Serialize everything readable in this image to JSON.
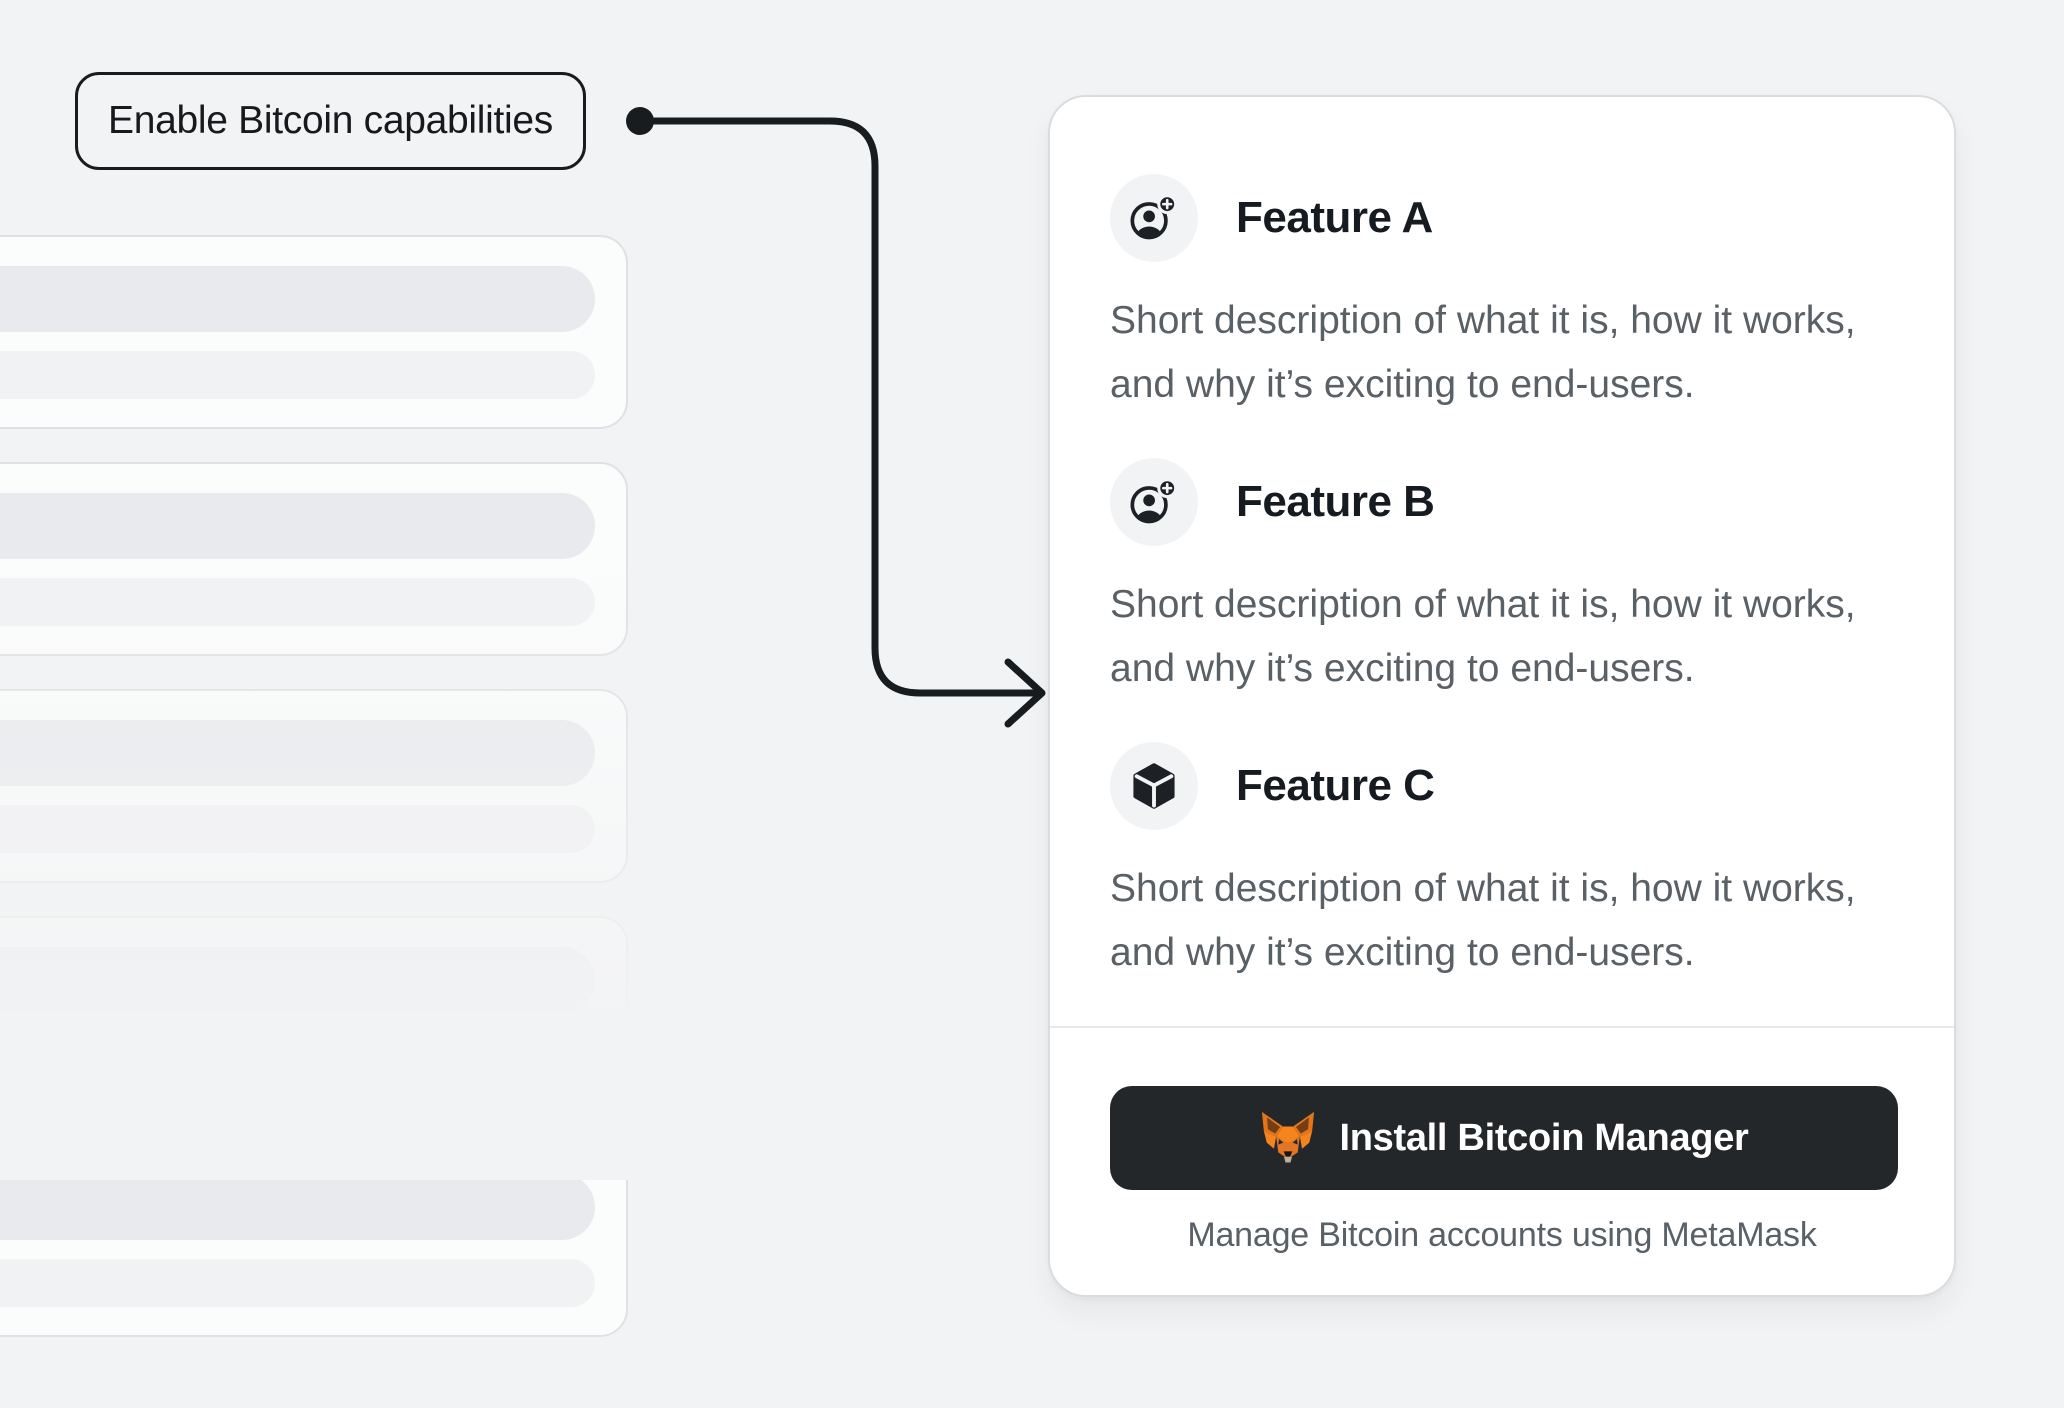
{
  "annotation": {
    "label": "Enable Bitcoin capabilities"
  },
  "connector": {
    "color": "#191c1f"
  },
  "skeleton": {
    "card_count": 5,
    "rows_per_card": 2
  },
  "panel": {
    "features": [
      {
        "icon": "user-add-icon",
        "title": "Feature A",
        "description": "Short description of what it is, how it works, and why it’s exciting to end-users."
      },
      {
        "icon": "user-add-icon",
        "title": "Feature B",
        "description": "Short description of what it is, how it works, and why it’s exciting to end-users."
      },
      {
        "icon": "cube-icon",
        "title": "Feature C",
        "description": "Short description of what it is, how it works, and why it’s exciting to end-users."
      }
    ],
    "install_button": {
      "icon": "metamask-fox-icon",
      "label": "Install Bitcoin Manager",
      "bg": "#24272a"
    },
    "caption": "Manage Bitcoin accounts using MetaMask"
  },
  "colors": {
    "background": "#f2f3f4",
    "card_bg": "#ffffff",
    "card_border": "#d9dce0",
    "title_text": "#161b21",
    "body_text": "#596066",
    "accent_dark": "#191c1f",
    "button_bg": "#24272a",
    "button_text": "#ffffff",
    "skeleton_pill_dark": "#e8eaed",
    "skeleton_pill_light": "#f1f2f4",
    "fox_orange": "#f5841f"
  }
}
